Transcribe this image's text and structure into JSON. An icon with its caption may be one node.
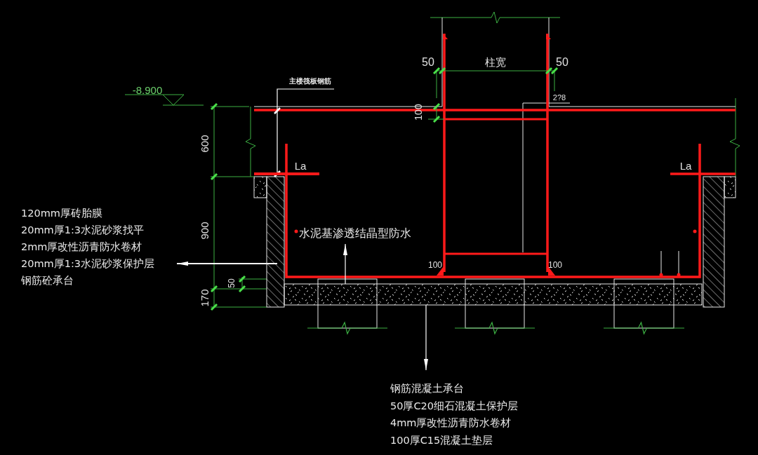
{
  "diagram": {
    "nodes": [
      {
        "text": [
          "120mm厚砖胎膜",
          "20mm厚1:3水泥砂浆找平",
          "2mm厚改性沥青防水卷材",
          "20mm厚1:3水泥砂浆保护层",
          "钢筋砼承台"
        ]
      },
      {
        "text": [],
        "shape": "box"
      },
      {
        "text": [
          "钢筋混凝土承台",
          "50厚C20细石混凝土保护层",
          "4mm厚改性沥青防水卷材",
          "100厚C15混凝土垫层"
        ]
      },
      {
        "text": [],
        "shape": "box"
      },
      {
        "text": [
          "水泥基渗透结晶型防水"
        ]
      },
      {
        "text": [
          "主楼筏板钢筋"
        ]
      },
      {
        "text": [],
        "shape": "bar"
      }
    ],
    "edges": [
      {
        "from": 1,
        "to": 0,
        "arrow": "to"
      },
      {
        "from": 3,
        "to": 2,
        "arrow": "to"
      },
      {
        "from": 3,
        "to": 4,
        "arrow": "to"
      },
      {
        "from": 5,
        "to": 6,
        "arrow": "none"
      }
    ],
    "labels": [
      "50",
      "柱宽",
      "50",
      "-8.900",
      "2?8",
      "100",
      "600",
      "La",
      "La",
      "900",
      "100",
      "100",
      "50",
      "170"
    ]
  }
}
